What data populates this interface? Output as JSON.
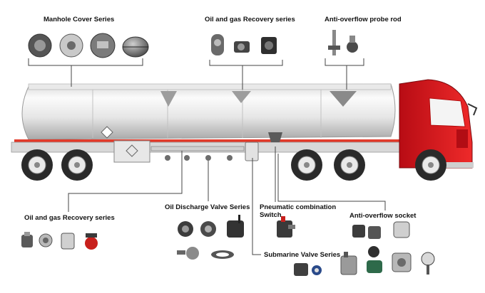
{
  "labels": {
    "manhole": "Manhole Cover Series",
    "oil_gas_top": "Oil and gas Recovery series",
    "antioverflow_rod": "Anti-overflow probe rod",
    "oil_gas_bottom": "Oil and gas Recovery series",
    "oil_discharge": "Oil Discharge Valve Series",
    "pneumatic": "Pneumatic combination Switch",
    "antioverflow_socket": "Anti-overflow socket",
    "submarine": "Submarine Valve Series"
  },
  "colors": {
    "tank_light": "#f2f2f2",
    "tank_shade": "#bdbdbd",
    "cab_red": "#d8101a",
    "tire": "#2a2a2a",
    "rim": "#eaeaea",
    "stripe_red": "#e23a2a",
    "leader": "#444444",
    "part_dark": "#3c3c3c",
    "part_mid": "#8a8a8a",
    "part_red": "#c8201c"
  },
  "icons": {
    "manhole_items": [
      "manhole-cover-icon",
      "manhole-cover-icon",
      "manhole-cover-icon",
      "manhole-cover-icon"
    ],
    "oil_gas_top_items": [
      "vapor-recovery-valve-icon",
      "vapor-recovery-valve-icon",
      "vapor-recovery-valve-icon"
    ],
    "rod_items": [
      "probe-rod-icon",
      "probe-sensor-icon"
    ],
    "oil_gas_bottom_items": [
      "coupler-icon",
      "coupler-icon",
      "coupler-icon",
      "red-cap-icon"
    ],
    "discharge_items": [
      "valve-icon",
      "valve-icon",
      "valve-icon",
      "valve-icon",
      "flange-ring-icon"
    ],
    "pneumatic_items": [
      "pneumatic-switch-icon"
    ],
    "socket_items": [
      "socket-icon",
      "socket-icon",
      "socket-icon",
      "socket-icon",
      "socket-icon",
      "socket-icon",
      "socket-icon"
    ],
    "submarine_items": [
      "submarine-valve-icon",
      "submarine-valve-icon",
      "submarine-valve-icon"
    ]
  }
}
